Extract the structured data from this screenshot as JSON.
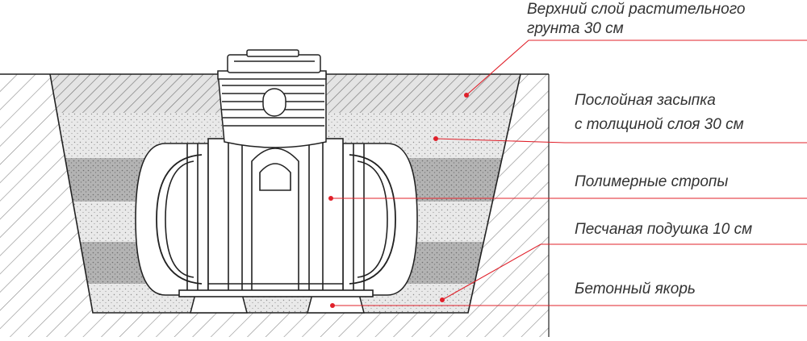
{
  "labels": {
    "topsoil_line1": "Верхний слой растительного",
    "topsoil_line2": "грунта 30 см",
    "backfill_line1": "Послойная засыпка",
    "backfill_line2": "с толщиной слоя 30 см",
    "straps": "Полимерные стропы",
    "sand": "Песчаная подушка 10 см",
    "anchor": "Бетонный якорь"
  },
  "colors": {
    "leader": "#e0202a",
    "outline": "#222222",
    "hatch": "#8a8a8a",
    "dark_layer": "#b3b3b3",
    "light_layer": "#e9e9e9",
    "tank": "#ffffff"
  }
}
